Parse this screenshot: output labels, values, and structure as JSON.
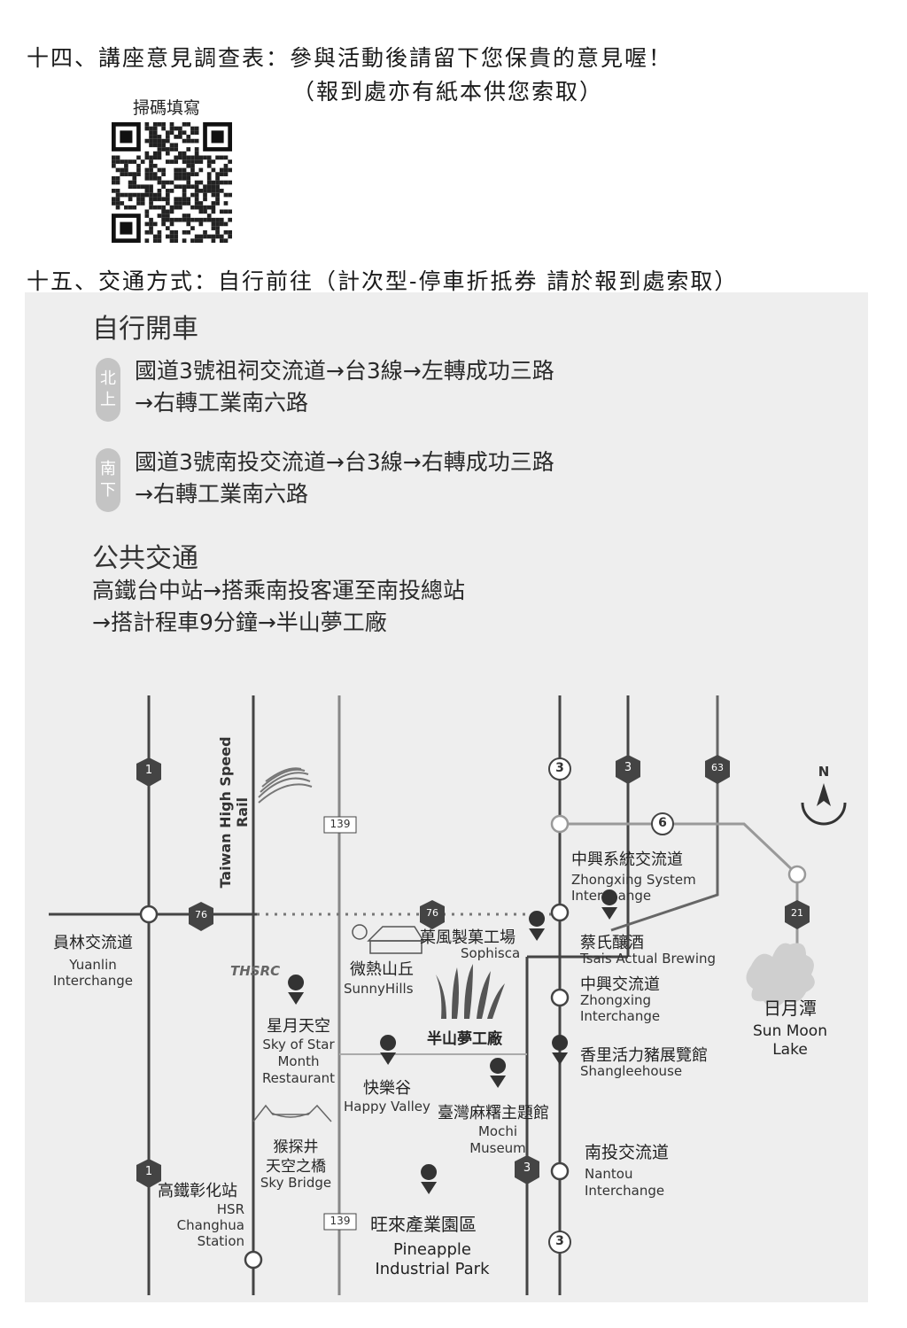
{
  "section14": {
    "title": "十四、講座意見調查表：參與活動後請留下您保貴的意見喔！",
    "subtitle": "（報到處亦有紙本供您索取）",
    "qr_label": "掃碼填寫"
  },
  "section15": {
    "title": "十五、交通方式：自行前往（計次型-停車折抵券 請於報到處索取）"
  },
  "driving": {
    "heading": "自行開車",
    "north": {
      "badge": [
        "北",
        "上"
      ],
      "line1": "國道3號祖祠交流道→台3線→左轉成功三路",
      "line2": "→右轉工業南六路"
    },
    "south": {
      "badge": [
        "南",
        "下"
      ],
      "line1": "國道3號南投交流道→台3線→右轉成功三路",
      "line2": "→右轉工業南六路"
    }
  },
  "transit": {
    "heading": "公共交通",
    "line1": "高鐵台中站→搭乘南投客運至南投總站",
    "line2": "→搭計程車9分鐘→半山夢工廠"
  },
  "map": {
    "rail_label": "Taiwan High Speed Rail",
    "thsrc": "THSRC",
    "road_139": "139",
    "road_1": "1",
    "road_3": "3",
    "road_63": "63",
    "road_76": "76",
    "road_6": "6",
    "road_21": "21",
    "north": "N",
    "yuanlin_zh": "員林交流道",
    "yuanlin_en1": "Yuanlin",
    "yuanlin_en2": "Interchange",
    "zhongxing_sys_zh": "中興系統交流道",
    "zhongxing_sys_en1": "Zhongxing System",
    "zhongxing_sys_en2": "Interchange",
    "sophisca_zh": "菓風製菓工場",
    "sophisca_en": "Sophisca",
    "tsais_zh": "蔡氏釀酒",
    "tsais_en": "Tsais Actual Brewing",
    "sunnyhills_zh": "微熱山丘",
    "sunnyhills_en": "SunnyHills",
    "zhongxing_zh": "中興交流道",
    "zhongxing_en1": "Zhongxing",
    "zhongxing_en2": "Interchange",
    "sunmoon_zh": "日月潭",
    "sunmoon_en1": "Sun Moon",
    "sunmoon_en2": "Lake",
    "skystar_zh": "星月天空",
    "skystar_en1": "Sky of Star",
    "skystar_en2": "Month",
    "skystar_en3": "Restaurant",
    "banshan": "半山夢工廠",
    "shanglee_zh": "香里活力豬展覽館",
    "shanglee_en": "Shangleehouse",
    "happy_zh": "快樂谷",
    "happy_en": "Happy Valley",
    "mochi_zh": "臺灣麻糬主題館",
    "mochi_en1": "Mochi",
    "mochi_en2": "Museum",
    "skybridge_zh1": "猴探井",
    "skybridge_zh2": "天空之橋",
    "skybridge_en": "Sky Bridge",
    "nantou_zh": "南投交流道",
    "nantou_en1": "Nantou",
    "nantou_en2": "Interchange",
    "hsr_zh": "高鐵彰化站",
    "hsr_en1": "HSR",
    "hsr_en2": "Changhua",
    "hsr_en3": "Station",
    "pineapple_zh": "旺來產業園區",
    "pineapple_en1": "Pineapple",
    "pineapple_en2": "Industrial Park"
  }
}
